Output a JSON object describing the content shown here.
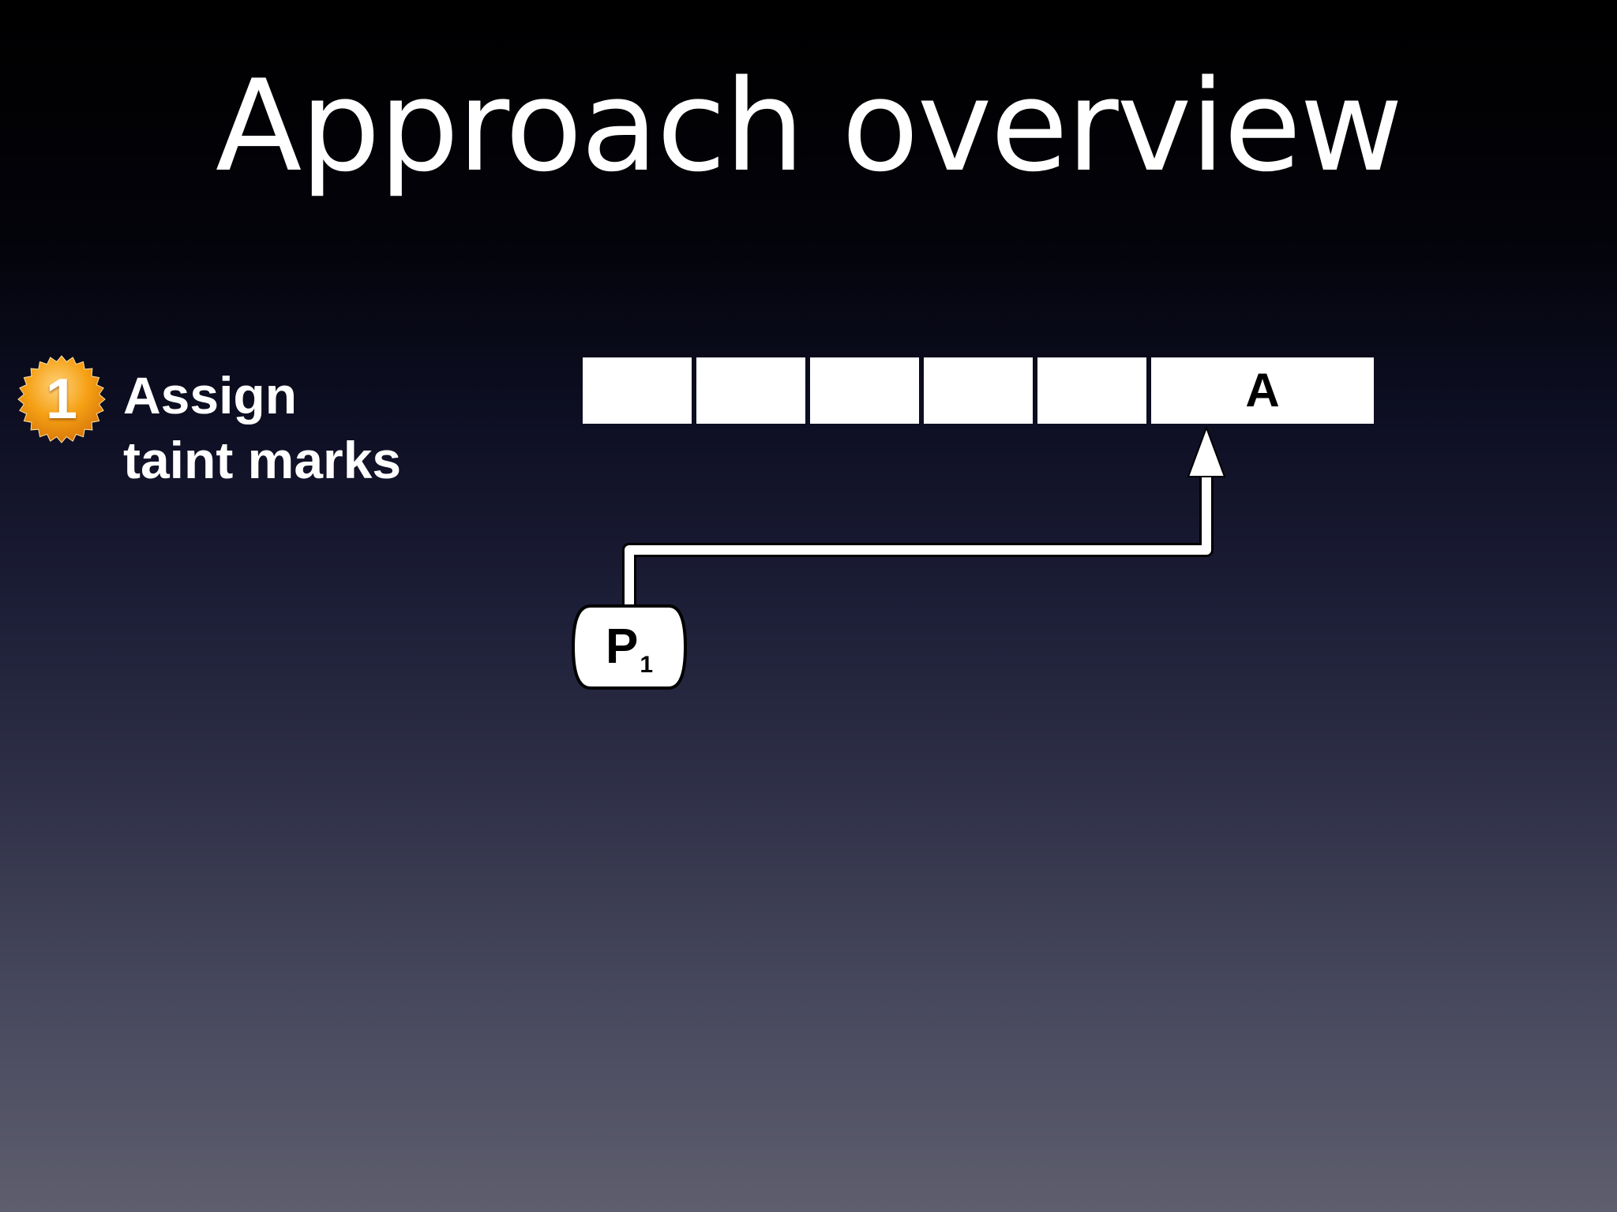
{
  "slide": {
    "title": "Approach overview"
  },
  "step": {
    "number": "1",
    "label_line1": "Assign",
    "label_line2": "taint marks",
    "badge_color": "#f5a014"
  },
  "diagram": {
    "memory_cells": [
      "",
      "",
      "",
      "",
      "",
      "A"
    ],
    "process": {
      "label": "P",
      "subscript": "1"
    },
    "arrow": {
      "from": "P1",
      "to": "A"
    }
  }
}
